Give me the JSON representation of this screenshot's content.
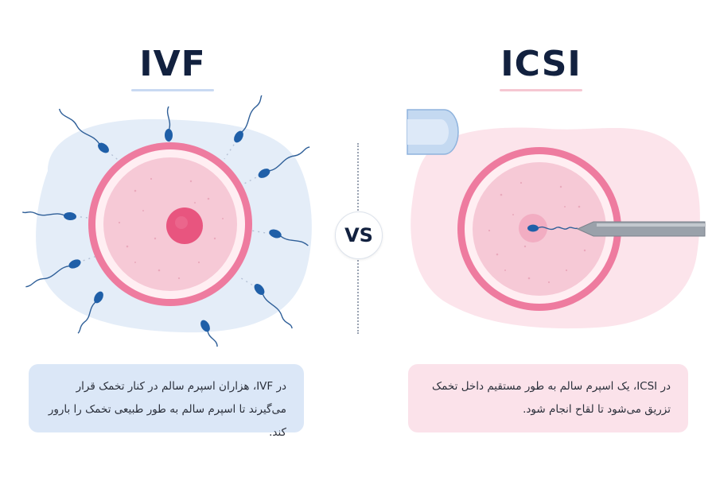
{
  "ivf": {
    "title": "IVF",
    "caption": "در IVF، هزاران اسپرم سالم در کنار تخمک قرار می‌گیرند تا اسپرم سالم به طور طبیعی تخمک را بارور کند."
  },
  "icsi": {
    "title": "ICSI",
    "caption": "در ICSI، یک اسپرم سالم به طور مستقیم داخل تخمک تزریق می‌شود تا لقاح انجام شود."
  },
  "vs_label": "VS",
  "colors": {
    "title": "#12213f",
    "ivf_accent": "#c9d9f2",
    "icsi_accent": "#f6c7d2",
    "egg_ring": "#ec6f95",
    "egg_fill": "#f7cdd9",
    "nucleus": "#e8557f",
    "sperm": "#1f5fa8",
    "needle": "#8e959e"
  }
}
